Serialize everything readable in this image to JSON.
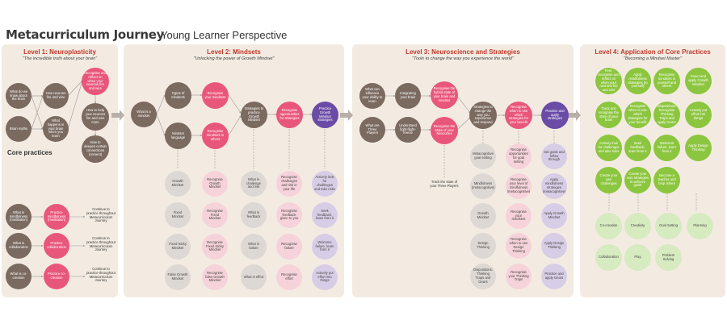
{
  "header": {
    "title": "Metacurriculum Journey",
    "subtitle": "Young Learner Perspective"
  },
  "colors": {
    "brown": "#7a6a60",
    "pink": "#e9567b",
    "purple": "#6a4ba6",
    "green": "#8cc63f",
    "panel": "#f3ebe2",
    "level_title": "#c0392b"
  },
  "level1": {
    "title": "Level 1: Neuroplasticity",
    "subtitle": "\"The incredible truth about your brain\"",
    "nodes": {
      "what_know_brain": "What do we know about the brain",
      "brain_myths": "Brain myths",
      "how_neurons": "How neurons fire and wire",
      "what_happens": "What happens in your brain when you learn",
      "recognise_reflect": "Recognise and reflect on when your neurons fire and wire",
      "help_fire": "How to help your neurons fire and wire more",
      "deepen": "How to deepen certain connections (cement)"
    },
    "core_title": "Core practices",
    "core": [
      {
        "q": "What is mindfulness (meditation)",
        "p": "Practice mindfulness (meditation)",
        "t": "Continue to practice throughout Metacurriculum Journey"
      },
      {
        "q": "What is collaboration",
        "p": "Practice collaboration",
        "t": "Continue to practice throughout Metacurriculum Journey"
      },
      {
        "q": "What is co-creation",
        "p": "Practice co-creation",
        "t": "Continue to practice throughout Metacurriculum Journey"
      }
    ]
  },
  "level2": {
    "title": "Level 2: Mindsets",
    "subtitle": "\"Unlocking the power of Growth Mindset\"",
    "nodes": {
      "what_mindset": "What is a mindset",
      "types": "Types of mindsets",
      "language": "Mindset language",
      "recognise_mindsets": "Recognise your mindsets",
      "recognise_others": "Recognise mindsets in others",
      "strategies": "Strategies to practice Growth Mindset",
      "recognise_opps": "Recognise opportunities for strategies",
      "practice_gm": "Practice Growth Mindset strategies"
    },
    "grey": [
      "Growth Mindset",
      "Fixed Mindset",
      "Fixed sticky Mindset",
      "False Growth Mindset"
    ],
    "pink": [
      "Recognise Growth Mindset",
      "Recognise Fixed Mindset",
      "Recognise Fixed sticky Mindset",
      "Recognise false Growth Mindset"
    ],
    "grey2": [
      "What is challenge and risk",
      "What is feedback",
      "What is failure",
      "What is effort"
    ],
    "pink2": [
      "Recognise challenges and risk in your life",
      "Recognise feedback given to you",
      "Recognise failure",
      "Recognise effort"
    ],
    "purple2": [
      "Actively look for challenges and take risks",
      "Seek feedback, learn from it",
      "Welcome failure, learn from it",
      "Actively put effort into things"
    ]
  },
  "level3": {
    "title": "Level 3: Neuroscience and Strategies",
    "subtitle": "\"Tools to change the way you experience the world\"",
    "nodes": {
      "influence": "What can influence your ability to learn",
      "three_players": "What are Three Players",
      "integrating": "Integrating your brain",
      "understand": "Understand fight-flight-freeze",
      "recognise_state": "Recognise the hybrid state of your brain and mindset",
      "recognise_three": "Recognise the State of your Neocortex",
      "strategies_change": "Strategies to change the way you experience and respond",
      "recognise_which": "Recognise when to use which strategies for your benefit",
      "practice_apply": "Practice and apply strategies",
      "track": "Track the state of your Three Players"
    },
    "grey": [
      "Metacognitive goal setting",
      "Mindfulness (metacognitive)",
      "Growth Mindset",
      "Design Thinking",
      "Dispositions: Thinking Traps and Gears"
    ],
    "pink": [
      "Recognise opportunities for goal setting",
      "Recognise your level of mindfulness (metacognitive)",
      "Recognise your mindsets",
      "Recognise when to use Design Thinking",
      "Recognise your Thinking Traps"
    ],
    "purple": [
      "Set goals and follow through",
      "Apply mindfulness strategies (metacognitive)",
      "Apply Growth Mindset",
      "Apply Design Thinking",
      "Practice and apply Gears"
    ]
  },
  "level4": {
    "title": "Level 4: Application of Core Practices",
    "subtitle": "\"Becoming a Mindset Master\"",
    "green": [
      "Feel, recognise and reflect on when your neurons fire and wire",
      "Apply mindfulness strategies (to yourself)",
      "Recognise mindsets in yourself and others",
      "Enact and apply Growth Mindset",
      "Track and recognise the state of your brain",
      "Recognise when to use which strategies for your benefit",
      "Dispositions: Recognise Thinking Traps and apply Gears",
      "Actively put effort into things",
      "Actively look for challenges and take risks",
      "Seek feedback, learn from it",
      "Welcome failure, learn from it",
      "Apply Design Thinking",
      "Create your own challenges",
      "Create your own strategies to achieve goals",
      "Become a teacher and help others"
    ],
    "light": [
      "Co-creation",
      "Creativity",
      "Goal Setting",
      "Planning",
      "Collaboration",
      "Play",
      "Problem Solving"
    ]
  }
}
